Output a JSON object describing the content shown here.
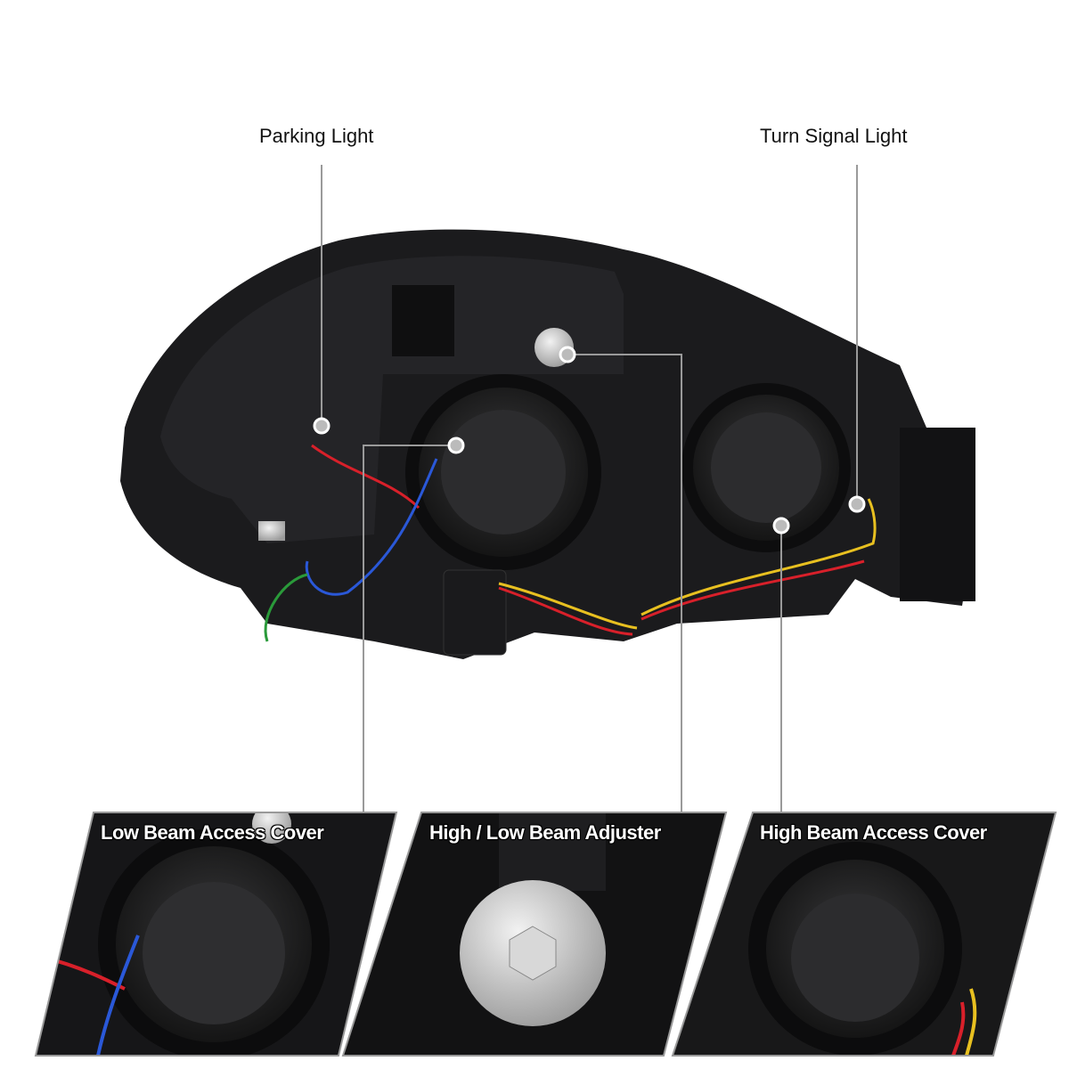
{
  "callouts": {
    "parking_light": "Parking Light",
    "turn_signal_light": "Turn Signal Light"
  },
  "insets": [
    {
      "label": "Low Beam Access Cover"
    },
    {
      "label": "High / Low Beam Adjuster"
    },
    {
      "label": "High Beam Access Cover"
    }
  ],
  "colors": {
    "housing": "#1a1a1c",
    "leader_line": "#9a9a9a",
    "wire_red": "#d8202a",
    "wire_blue": "#2a58d8",
    "wire_yellow": "#e8c020",
    "wire_green": "#2a9a3a"
  }
}
